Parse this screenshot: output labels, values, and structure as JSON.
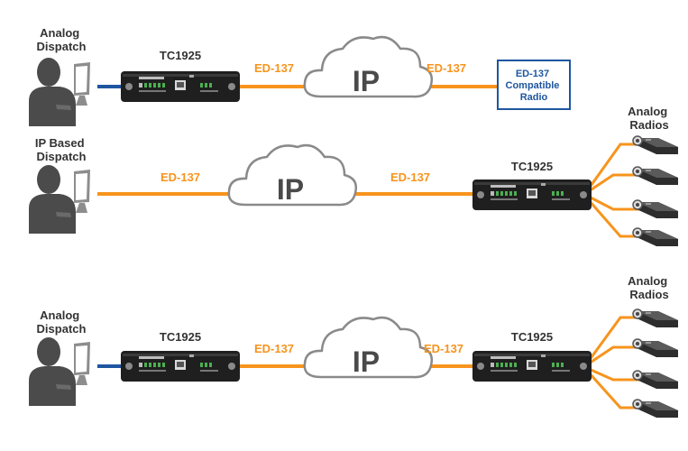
{
  "colors": {
    "orange": "#F7941D",
    "blue": "#1E56A0",
    "cloud_stroke": "#8A8A8A",
    "ip_text": "#4A4A4A",
    "person": "#4B4B4B",
    "device_body": "#222222"
  },
  "icons": {
    "person": "dispatcher-person-at-monitor-icon",
    "device": "tc1925-gateway-device-icon",
    "radio": "analog-radio-icon",
    "cloud": "ip-cloud-icon"
  },
  "row1": {
    "dispatch_label": [
      "Analog",
      "Dispatch"
    ],
    "device_label": "TC1925",
    "link_left": "ED-137",
    "cloud": "IP",
    "link_right": "ED-137",
    "radio_box": [
      "ED-137",
      "Compatible",
      "Radio"
    ]
  },
  "row2": {
    "dispatch_label": [
      "IP Based",
      "Dispatch"
    ],
    "link_left": "ED-137",
    "cloud": "IP",
    "link_right": "ED-137",
    "device_label": "TC1925",
    "radios_label": [
      "Analog",
      "Radios"
    ]
  },
  "row3": {
    "dispatch_label": [
      "Analog",
      "Dispatch"
    ],
    "device_label_left": "TC1925",
    "link_left": "ED-137",
    "cloud": "IP",
    "link_right": "ED-137",
    "device_label_right": "TC1925",
    "radios_label": [
      "Analog",
      "Radios"
    ]
  }
}
